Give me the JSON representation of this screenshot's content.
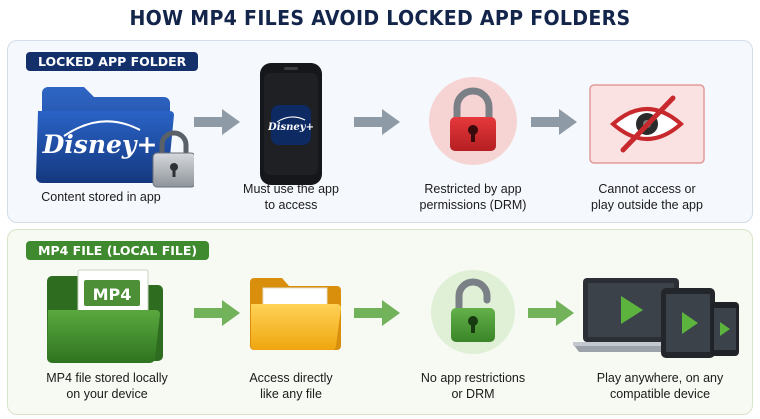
{
  "title": "HOW MP4 FILES AVOID LOCKED APP FOLDERS",
  "locked_section": {
    "badge": "LOCKED APP FOLDER",
    "steps": [
      {
        "icon": "blue-folder-padlock-icon",
        "caption_lines": [
          "Content stored in app"
        ],
        "brand_text": "Disney+"
      },
      {
        "icon": "smartphone-icon",
        "caption_lines": [
          "Must use the app",
          "to access"
        ],
        "brand_text": "Disney+"
      },
      {
        "icon": "red-padlock-icon",
        "caption_lines": [
          "Restricted by app",
          "permissions (DRM)"
        ]
      },
      {
        "icon": "crossed-eye-icon",
        "caption_lines": [
          "Cannot access or",
          "play outside the app"
        ]
      }
    ]
  },
  "mp4_section": {
    "badge": "MP4 FILE (LOCAL FILE)",
    "steps": [
      {
        "icon": "green-folder-mp4-icon",
        "caption_lines": [
          "MP4 file stored locally",
          "on your device"
        ],
        "file_label": "MP4"
      },
      {
        "icon": "yellow-folder-icon",
        "caption_lines": [
          "Access directly",
          "like any file"
        ]
      },
      {
        "icon": "green-open-padlock-icon",
        "caption_lines": [
          "No app restrictions",
          "or DRM"
        ]
      },
      {
        "icon": "devices-play-icon",
        "caption_lines": [
          "Play anywhere, on any",
          "compatible device"
        ]
      }
    ]
  },
  "colors": {
    "title": "#13254a",
    "blue_badge": "#14306b",
    "green_badge": "#3f8a2f",
    "gray_arrow": "#8f9aa7",
    "green_arrow": "#72b25a",
    "lock_red": "#cf2a2e",
    "lock_green": "#4e9a3a",
    "folder_blue": "#1f4fa3",
    "folder_green": "#3d8a2c",
    "folder_yellow": "#f3b21c"
  }
}
